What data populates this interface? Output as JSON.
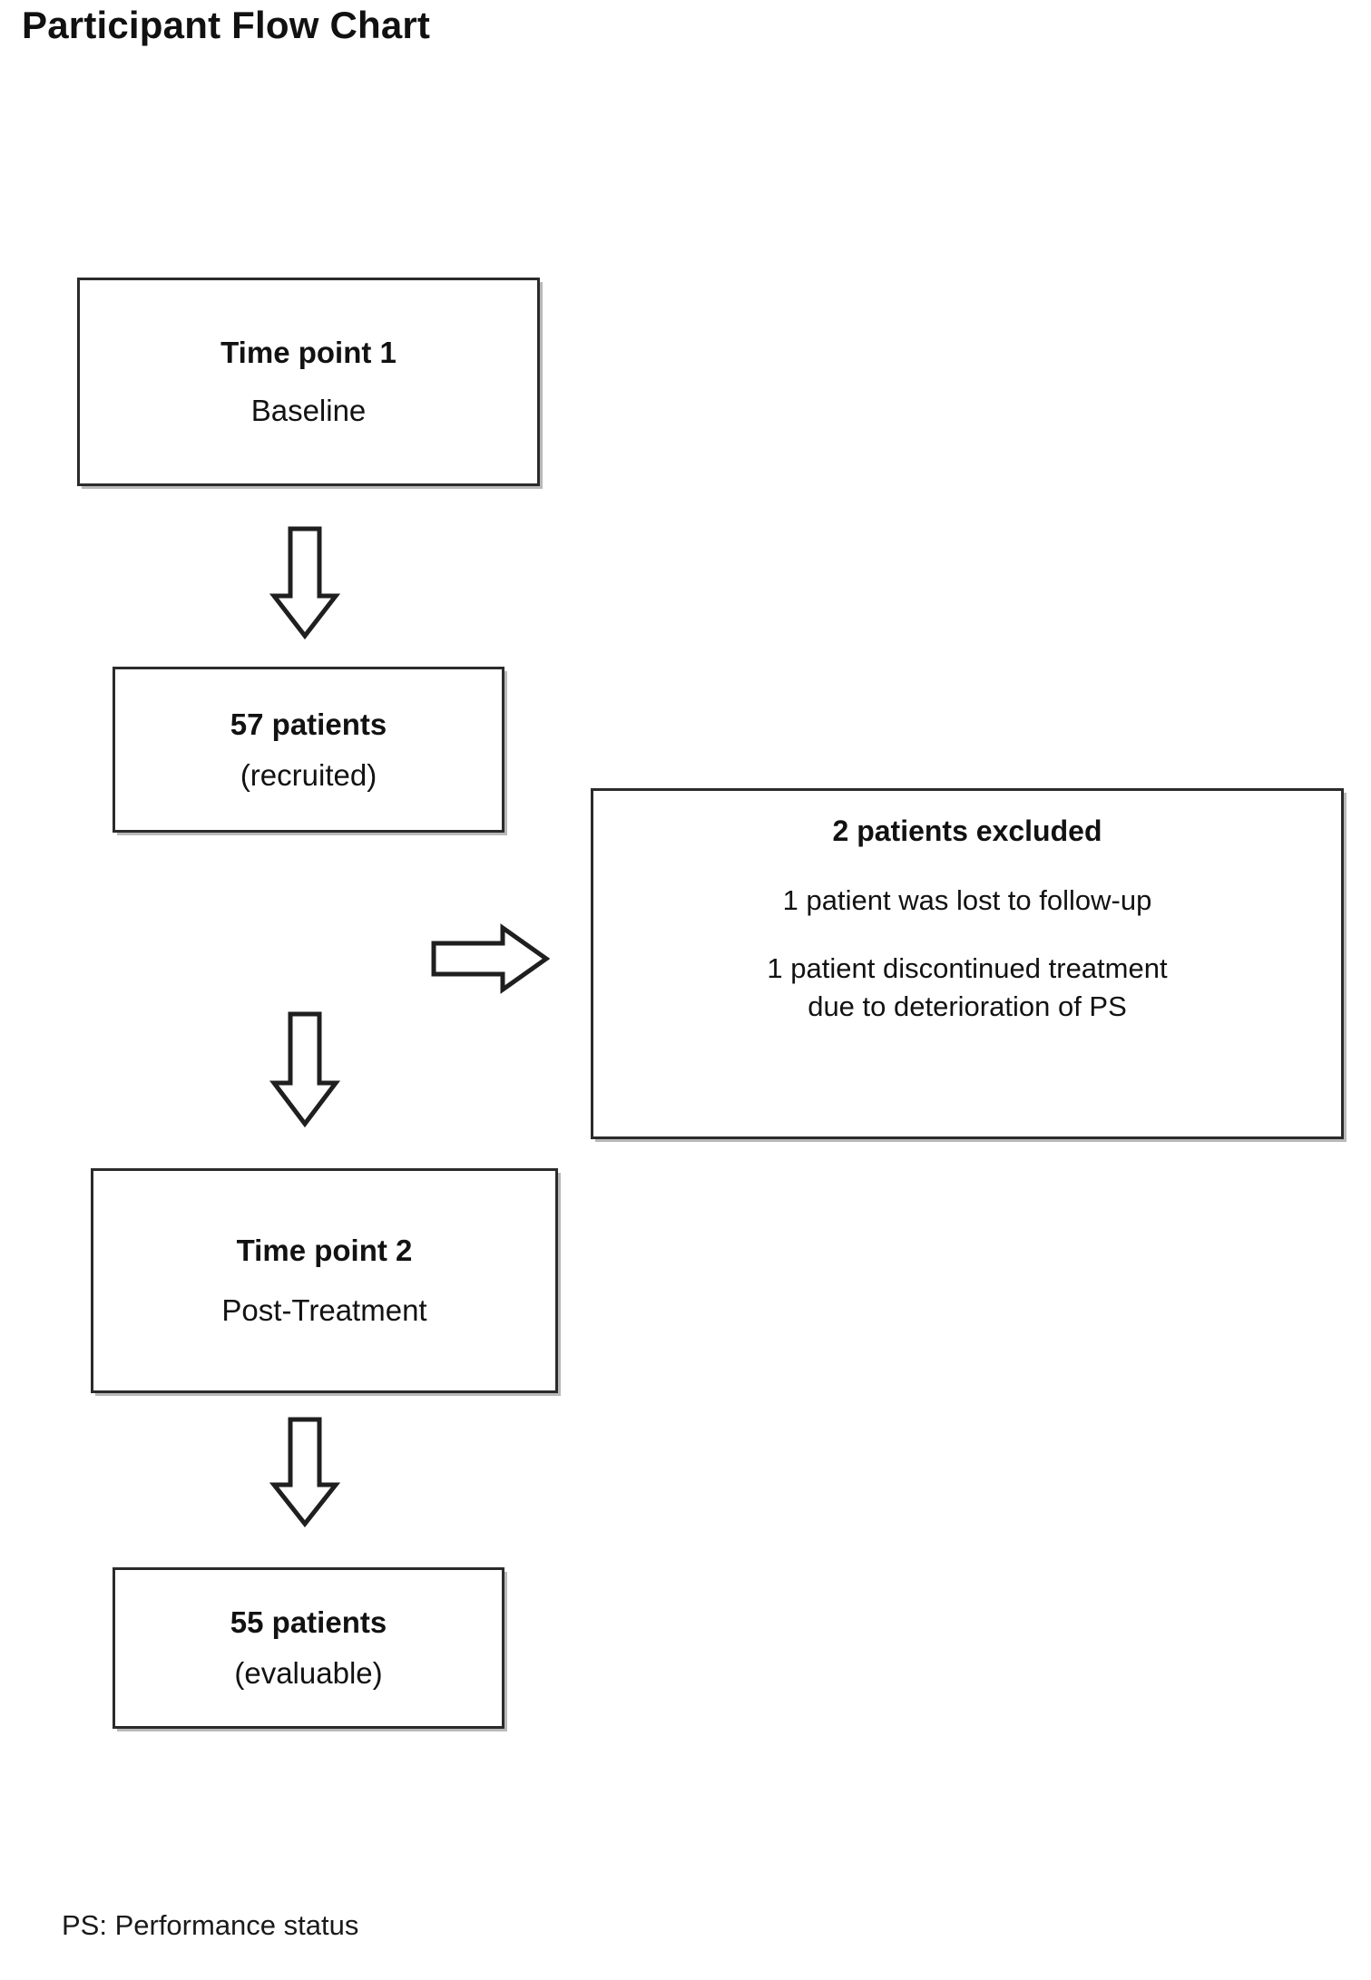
{
  "page": {
    "title": "Participant Flow Chart",
    "background_color": "#ffffff",
    "text_color": "#121212",
    "border_color": "#2b2b2b"
  },
  "flow": {
    "boxes": [
      {
        "id": "timepoint-1",
        "lines": [
          {
            "text": "Time point 1",
            "bold": true
          },
          {
            "text": "Baseline",
            "bold": false
          }
        ]
      },
      {
        "id": "recruited",
        "lines": [
          {
            "text": "57 patients",
            "bold": true
          },
          {
            "text": "(recruited)",
            "bold": false
          }
        ]
      },
      {
        "id": "excluded",
        "lines": [
          {
            "text": "2 patients excluded",
            "bold": true
          },
          {
            "text": "1 patient was lost to follow-up",
            "bold": false
          },
          {
            "text": "1 patient discontinued treatment",
            "bold": false
          },
          {
            "text": "due to deterioration of PS",
            "bold": false
          }
        ]
      },
      {
        "id": "timepoint-2",
        "lines": [
          {
            "text": "Time point 2",
            "bold": true
          },
          {
            "text": "Post-Treatment",
            "bold": false
          }
        ]
      },
      {
        "id": "evaluable",
        "lines": [
          {
            "text": "55 patients",
            "bold": true
          },
          {
            "text": "(evaluable)",
            "bold": false
          }
        ]
      }
    ],
    "arrows": [
      {
        "id": "arrow-down-1",
        "direction": "down",
        "from": "timepoint-1",
        "to": "recruited"
      },
      {
        "id": "arrow-right-1",
        "direction": "right",
        "from": "recruited",
        "to": "excluded"
      },
      {
        "id": "arrow-down-2",
        "direction": "down",
        "from": "recruited",
        "to": "timepoint-2"
      },
      {
        "id": "arrow-down-3",
        "direction": "down",
        "from": "timepoint-2",
        "to": "evaluable"
      }
    ]
  },
  "footnote": {
    "text": "PS: Performance status"
  },
  "chart_data": {
    "type": "diagram",
    "title": "Participant Flow Chart",
    "nodes": [
      {
        "id": "timepoint-1",
        "label": "Time point 1",
        "sublabel": "Baseline",
        "count": null
      },
      {
        "id": "recruited",
        "label": "57 patients",
        "sublabel": "(recruited)",
        "count": 57
      },
      {
        "id": "excluded",
        "label": "2 patients excluded",
        "count": 2,
        "reasons": [
          "1 patient was lost to follow-up",
          "1 patient discontinued treatment due to deterioration of PS"
        ]
      },
      {
        "id": "timepoint-2",
        "label": "Time point 2",
        "sublabel": "Post-Treatment",
        "count": null
      },
      {
        "id": "evaluable",
        "label": "55 patients",
        "sublabel": "(evaluable)",
        "count": 55
      }
    ],
    "edges": [
      {
        "from": "timepoint-1",
        "to": "recruited",
        "direction": "down"
      },
      {
        "from": "recruited",
        "to": "excluded",
        "direction": "right"
      },
      {
        "from": "recruited",
        "to": "timepoint-2",
        "direction": "down"
      },
      {
        "from": "timepoint-2",
        "to": "evaluable",
        "direction": "down"
      }
    ],
    "annotations": [
      "PS: Performance status"
    ]
  }
}
